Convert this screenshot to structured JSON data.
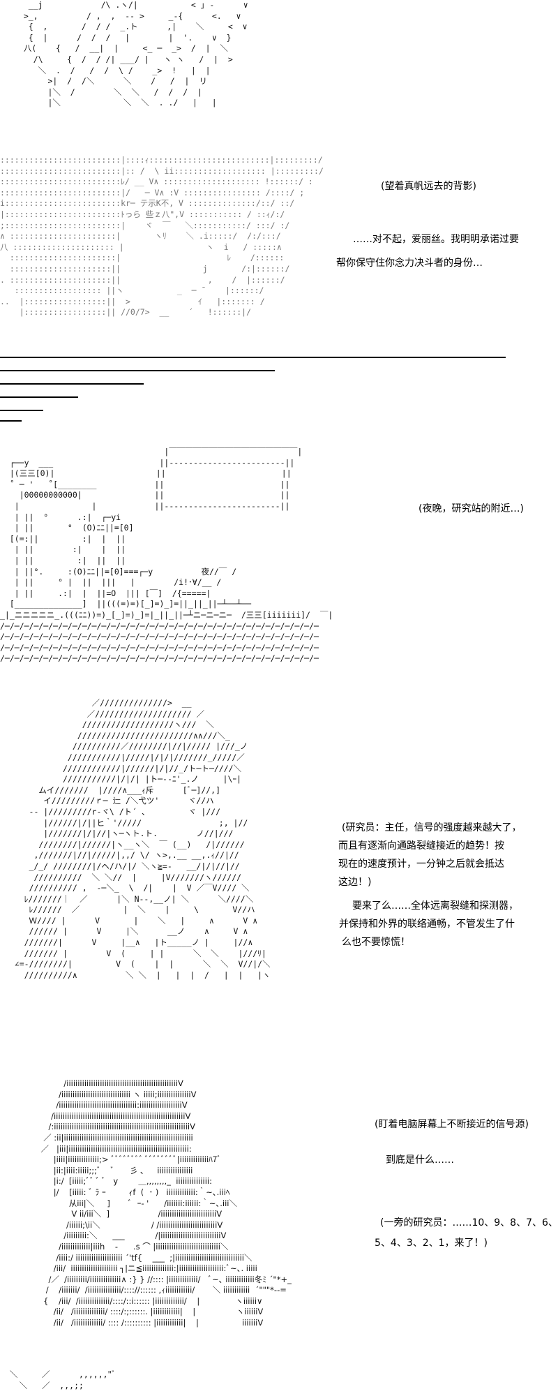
{
  "panel1": {
    "art": [
      "   __j            /\\ .ヽ/|           < ｣ -      ∨",
      "  >_,          / ,  ,  -- >     _-{      <.   ∨",
      "   {  ,       /  / /  _.ト      ,|    ＼     <  ∨",
      "   {  |      /  /  /   |        |  '.    ∨  }",
      "  八(    {   /  __|  |     <_ ─  _>  /  |  ＼",
      "    /\\     {  /  / /| ___/ |   ヽ ヽ   /  |  >",
      "     ＼  .  /   /  /  \\ /    _>  !   |  |",
      "       >|  /  /＼      ＼    /   /  |  リ",
      "       |＼  /        ＼  ＼   /  /  /  |",
      "       |＼             ＼  ＼  . ./   |   |"
    ]
  },
  "panel2": {
    "art": [
      ":::::::::::::::::::::::::|::::ｨ:::::::::::::::::::::::::|:::::::::/",
      ":::::::::::::::::::::::::|:: /  \\ ii::::::::::::::::::: |:::::::::/",
      ":::::::::::::::::::::::::ﾚ/ __ V∧ :::::::::::::::::::: !::::::/ :",
      ":::::::::::::::::::::::::|/   ─ V∧ :V :::::::::::::::: /::::/ ;",
      "i::::::::::::::::::::::::kr─ テ示K不, V ::::::::::::::/::/ ::/",
      "|::::::::::::::::::::::::ﾄっら 些ｚ八\",V ::::::::::: / ::ｨ/:/",
      ";::::::::::::::::::::::::|    ヾ  ￣   ＼:::::::::::/ :::/ :/",
      "∧ ::::::::::::::::::::::|       ヽﾘ    ＼ .i:::::/  /:/:::/",
      "八 ::::::::::::::::::::: |                 ヽ  i   / :::::∧",
      "  ::::::::::::::::::::::|                      ﾚ    /::::::  ",
      "  :::::::::::::::::::::||                 j       /:|::::::/",
      ". :::::::::::::::::::::||                  ,    /  |::::::/",
      "   :::::::::::::::::: ||ヽ           _  ─ ˉ    |::::::/",
      "..  |:::::::::::::::::||  >              ｲ   |::::::: /",
      "    |:::::::::::::::::|| //0/7>  __    ´   !::::::|/"
    ],
    "narration": "(望着真帆远去的背影)",
    "dialog_lines": [
      "……对不起，爱丽丝。我明明承诺过要",
      "帮你保守住你念力决斗者的身份…"
    ]
  },
  "panel3": {
    "art": [
      "                                  |￣￣￣￣￣￣￣￣￣￣￣￣￣￣￣￣|",
      "  ┌──y  ___                      ||------------------------||",
      "  |(三三[0)|                     ||                        ||",
      "  ˚ ─ '   ˚[________            ||                        ||",
      "    |00000000000|               ||                        ||",
      "   |               |            ||------------------------||",
      "   | ||  °      .:|  ┌─yi",
      "   | ||       °  (O)ﾆﾆ||=[0]",
      "  [(=:||         :|  |  ||",
      "   | ||        :|    |  ||",
      "   | ||         :|  ||  ||",
      "   | ||°.     :(O)ﾆﾆ||=[0]===┌─y          夜//￣ /",
      "   | ||     ° |  ||  |||   |        /i!･∀/__ /",
      "   | ||     .:|  |  ||=O  ||| [￣]  /{=====|",
      "  [______________]  ||(((=)=)[_]=)_]=||_||_||─┴──┴──",
      "_|_ニニニニニ_.(((ﾆﾆ))=)_[_]=)_]=|_||_||─┴ニ─ニ─ニ─  /三三[iiiiiii]/  ￣|",
      "/─/─/─/─/─/─/─/─/─/─/─/─/─/─/─/─/─/─/─/─/─/─/─/─/─/─/─/─/─/─/─/─/─",
      "/─/─/─/─/─/─/─/─/─/─/─/─/─/─/─/─/─/─/─/─/─/─/─/─/─/─/─/─/─/─/─/─/─",
      "/─/─/─/─/─/─/─/─/─/─/─/─/─/─/─/─/─/─/─/─/─/─/─/─/─/─/─/─/─/─/─/─/─",
      "/─/─/─/─/─/─/─/─/─/─/─/─/─/─/─/─/─/─/─/─/─/─/─/─/─/─/─/─/─/─/─/─/─"
    ],
    "narration": "(夜晚，研究站的附近…)"
  },
  "panel4": {
    "art": [
      "                   ／//////////////>  __",
      "                  ／//////////////////// ／",
      "                 ///////////////////ヽ///  ＼",
      "                ////////////////////////∧∧///＼_",
      "               //////////／////////|//|///// |///_ノ",
      "              ///////////|/////|/|/|///////_/////／",
      "             ////////////|//////|/|//_/ト─ト─////＼",
      "             ///////////|/|/| |ト─--ﾆ'_.ノ     |\\ｰ|",
      "        ムイ///////  |////∧___ｨ斥      [ﾞ─]//,]",
      "         イ/////////ｒ─ 辷 /＼弋ツ'      ヾ//ハ",
      "      -- |/////////r-ヾ\\ /ト´ 、        ヾ |///",
      "         |//////|/||ヒ｀'/////                ;, |//",
      "         |///////|/|//|ヽ─ヽト.ト.        ノ//|///",
      "        ////////|//////|ヽ__ヽ＼  ￣ (__)   /|//////",
      "       ,///////|//|/////|,,/ \\/ ヽ>,.__ __,.ｨ//|//",
      "      _/_/ ////////|/ヘ/ハ/|/ ＼ヽ≧=-   __/|/|//|//",
      "       //////////  ＼ ＼//  |     |V///////ヽ//////",
      "      ////////// ,  -─＼_  \\  /|    |  V ／￣V//// ＼",
      "     ﾚ///////｜  ／      |＼ N--,__ノ| ＼      ＼////＼",
      "      ﾚ//////  ／         |  ＼    |     \\       V//ハ",
      "      Ｗ//// |      V       |    ＼   |     ∧      V ∧",
      "      ////// |      V     |＼      __ノ    ∧     V ∧",
      "     ///////|      V     |__∧   |ト_____ノ |     |//∧",
      "     /////// |        V  (     | |      ＼  ＼    |///ﾘ|",
      "   ∠=-////////|         V  (    |  |      ＼  ＼  V//|/＼",
      "     //////////∧          ＼ ＼  |   |  |  /   |  |   |ヽ"
    ],
    "dialog_lines": [
      "(研究员：主任，信号的强度越来越大了，",
      "而且有逐渐向通路裂缝接近的趋势！按",
      "现在的速度预计，一分钟之后就会抵达",
      "这边！)"
    ],
    "reply_lines": [
      "要来了么……全体远离裂缝和探测器，",
      "并保持和外界的联络通畅，不管发生了什",
      "么也不要惊慌！"
    ]
  },
  "panel5": {
    "art": [
      "                         /iiiiiiiiiiiiiiiiiiiiiiiiiiiiiiiiiiiiiiiiiiiiiiiiiiV",
      "                       /iiiiiiiiiiiiiiiiiiiiiiiiiiiiiii ヽ iiiii;iiiiiiiiiiiiiiiV",
      "                      /iiiiiiiiiiiiiiiiiiiiiiiiiiiiiiiiiii:iiiiiiiiiiiiiiiiiiiV",
      "                    /iiiiiiiiiiiiiiiiiiiiiiiiiiiiiiiiiiiiiiiiiiiiiiiiiiiiiiiiiiiV",
      "                   /:iiiiiiiiiiiiiiiiiiiiiiiiiiiiiiiiiiiiiiiiiiiiiiiiiiiiiiiiiiiiiV",
      "                 ／ :ii|iiiiiiiiiiiiiiiiiiiiiiiiiiiiiiiiiiiiiiiiiiiiiiiiiiiiiiiiii",
      "                ／   |iii|iiiiiiiiiiiiiiiiiiiiiiiiiiiiiiiiiiiiiiiiiiiiiiiiiiiiii:",
      "                     |iiii|iiiiiiiiiiiiii;> ﾞﾞﾞﾞﾞﾞﾞﾞ ﾞﾞﾞﾞﾞﾞﾞﾞ|iiiiiiiiiiiiiﾊ7ﾞ",
      "                     |ii:|iiii:iiiii;;;ﾞ    ﾞ      彡 ､     iiiiiiiiiiiiiiii",
      "                     |i:/  [iiiii;ﾞﾞ ﾞ ﾞ   y        ＿,,,,,,,,_  iiiiiiiiiiiiiii:",
      "                     |/    [iiiii: ﾞ ﾗ ｰ         ｨf  (  ･ )   iiiiiiiiiiiii:｀~､.iiiﾍ",
      "                           从iii|＼     ]       ﾞ  ｰ- '      /iiiiiii:iiiiii:｀~､.iii＼",
      "                            V ii/iii＼  ]                   /iiiiiiiiiiiiiiiiiiiiiiiiiV",
      "                          /iiiiii;\\ii＼                    / /iiiiiiiiiiiiiiiiiiiiiiiiiiV",
      "                         /iiiiiiiii:＼      ___            /|iiiiiiiiiiiiiiiiiiiiiiiiiiiV",
      "                       /iiiiiiiiiiiii|iiih    ‐      .s ⌒ |iiiiiiiiiiiiiiiiiiiiiiiiiiiii＼",
      "                      /iiii:/ iiiiiiiiiiiiiiiiiiiii ´'tf{    ___  ;|iiiiiiiiiiiiiiiiiiiiiiiiiiiiiii＼",
      "                     /iii/  iiiiiiiiiiiiiiiiiiiii ┐|ニ≦iiiiiiiiiiiiii:|iiiiiiiiiiiiiiiiiiii:ﾞ~､. iiiii",
      "                   /／  /iiiiiiiii/iiiiiiiiiiiiii∧ :} } //:::: |iiiiiiiiiiiii/   ﾞ~､ iiiiiiiiiiiii冬ﾐ ´\"*+_",
      "                  /    /iiiiiii/  /iiiiiiiiiiiiiii/:::://:::::: ,ｨiiiiiiiiiiii/       ＼ iiiiiiiiiiii  ´\"\"\"*--=",
      "                 {    /iii/  /iiiiiiiiiiiiii/::::/::i:::::: |iiiiiiiiiiiii/    |              ヽiiiiii∨",
      "                     /ii/   /iiiiiiiiiiiiii/ ::::/:;::::::. |iiiiiiiiiiii|    |                ヽiiiiiiV",
      "                     /ii/   /iiiiiiiiiiiii/ :::: /:::::::::: |iiiiiiiiiiii|    |                 iiiiiiiV"
    ],
    "narration": "(盯着电脑屏幕上不断接近的信号源)",
    "dialog": "到底是什么……",
    "countdown_lines": [
      "(一旁的研究员：……10、9、8、7、6、",
      "5、4、3、2、1，来了！)"
    ]
  },
  "footer": {
    "art": [
      "  ＼     ／      ,,,,,,\"ﾞ",
      "    ＼   ／  ,,,;;"
    ]
  }
}
